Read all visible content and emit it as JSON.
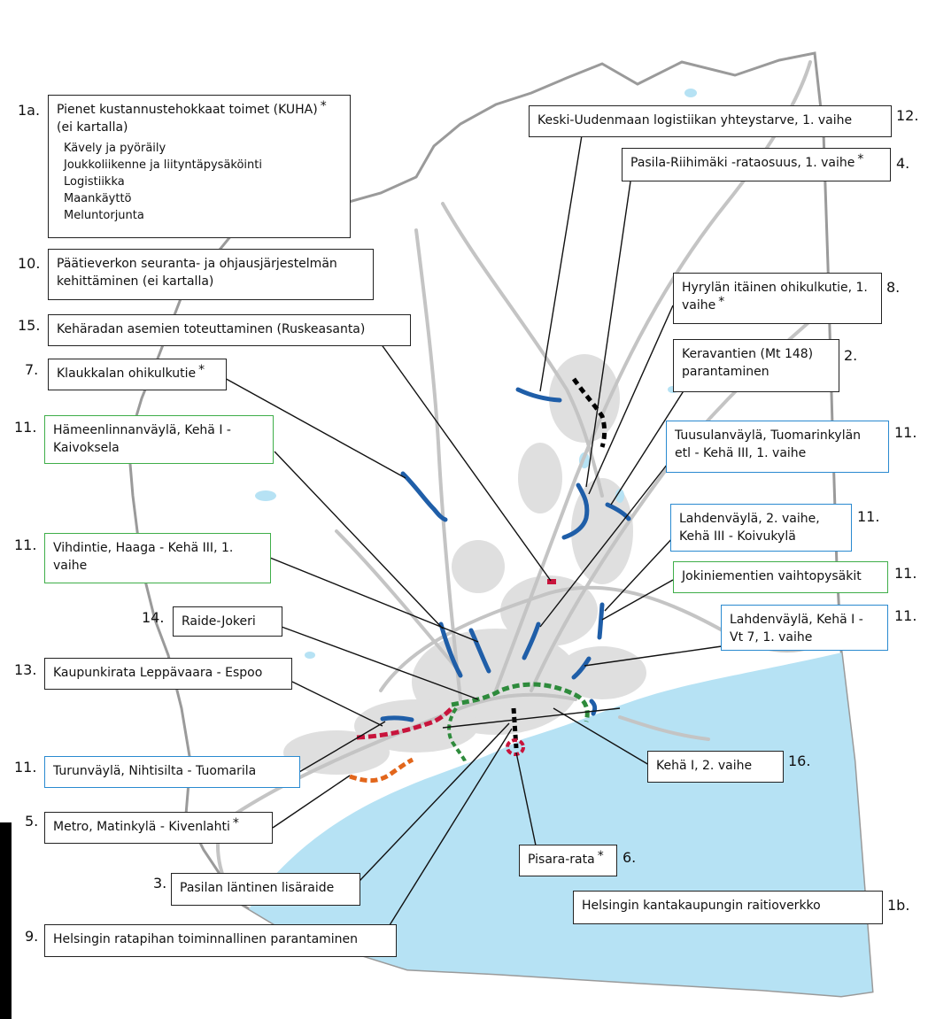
{
  "colors": {
    "land": "#ffffff",
    "sea": "#b6e2f4",
    "urban": "#d9d9d9",
    "road": "#c8c8c8",
    "project_blue": "#1f5ea8",
    "rail_green": "#2e8b3c",
    "rail_red": "#c8143c",
    "metro_orange": "#e2661b",
    "box_green": "#3fae49",
    "box_blue": "#2a8ad0"
  },
  "labels": {
    "l1a": {
      "num": "1a.",
      "line1": "Pienet kustannustehokkaat toimet (KUHA)",
      "star": "*",
      "line2": "(ei kartalla)",
      "items": [
        "Kävely ja pyöräily",
        "Joukkoliikenne ja liityntäpysäköinti",
        "Logistiikka",
        "Maankäyttö",
        "Meluntorjunta"
      ]
    },
    "l10": {
      "num": "10.",
      "text": "Päätieverkon seuranta- ja ohjausjärjestelmän kehittäminen (ei kartalla)"
    },
    "l15": {
      "num": "15.",
      "text": "Kehäradan asemien toteuttaminen (Ruskeasanta)"
    },
    "l7": {
      "num": "7.",
      "text": "Klaukkalan ohikulkutie",
      "star": "*"
    },
    "l11a": {
      "num": "11.",
      "text": "Hämeenlinnanväylä, Kehä I - Kaivoksela"
    },
    "l11b": {
      "num": "11.",
      "text": "Vihdintie, Haaga - Kehä III, 1. vaihe"
    },
    "l14": {
      "num": "14.",
      "text": "Raide-Jokeri"
    },
    "l13": {
      "num": "13.",
      "text": "Kaupunkirata Leppävaara - Espoo"
    },
    "l11c": {
      "num": "11.",
      "text": "Turunväylä, Nihtisilta - Tuomarila"
    },
    "l5": {
      "num": "5.",
      "text": "Metro, Matinkylä - Kivenlahti",
      "star": "*"
    },
    "l3": {
      "num": "3.",
      "text": "Pasilan läntinen lisäraide"
    },
    "l9": {
      "num": "9.",
      "text": "Helsingin ratapihan toiminnallinen parantaminen"
    },
    "l12": {
      "num": "12.",
      "text": "Keski-Uudenmaan logistiikan yhteystarve, 1. vaihe"
    },
    "l4": {
      "num": "4.",
      "text": "Pasila-Riihimäki -rataosuus, 1. vaihe",
      "star": "*"
    },
    "l8": {
      "num": "8.",
      "text": "Hyrylän itäinen ohikulkutie, 1. vaihe",
      "star": "*"
    },
    "l2": {
      "num": "2.",
      "text": "Keravantien (Mt 148) parantaminen"
    },
    "l11d": {
      "num": "11.",
      "text": "Tuusulanväylä, Tuomarinkylän etl - Kehä III, 1. vaihe"
    },
    "l11e": {
      "num": "11.",
      "text": "Lahdenväylä, 2. vaihe, Kehä III - Koivukylä"
    },
    "l11f": {
      "num": "11.",
      "text": "Jokiniementien vaihtopysäkit"
    },
    "l11g": {
      "num": "11.",
      "text": "Lahdenväylä, Kehä I - Vt 7, 1. vaihe"
    },
    "l16": {
      "num": "16.",
      "text": "Kehä I, 2. vaihe"
    },
    "l6": {
      "num": "6.",
      "text": "Pisara-rata",
      "star": "*"
    },
    "l1b": {
      "num": "1b.",
      "text": "Helsingin kantakaupungin raitioverkko"
    }
  }
}
